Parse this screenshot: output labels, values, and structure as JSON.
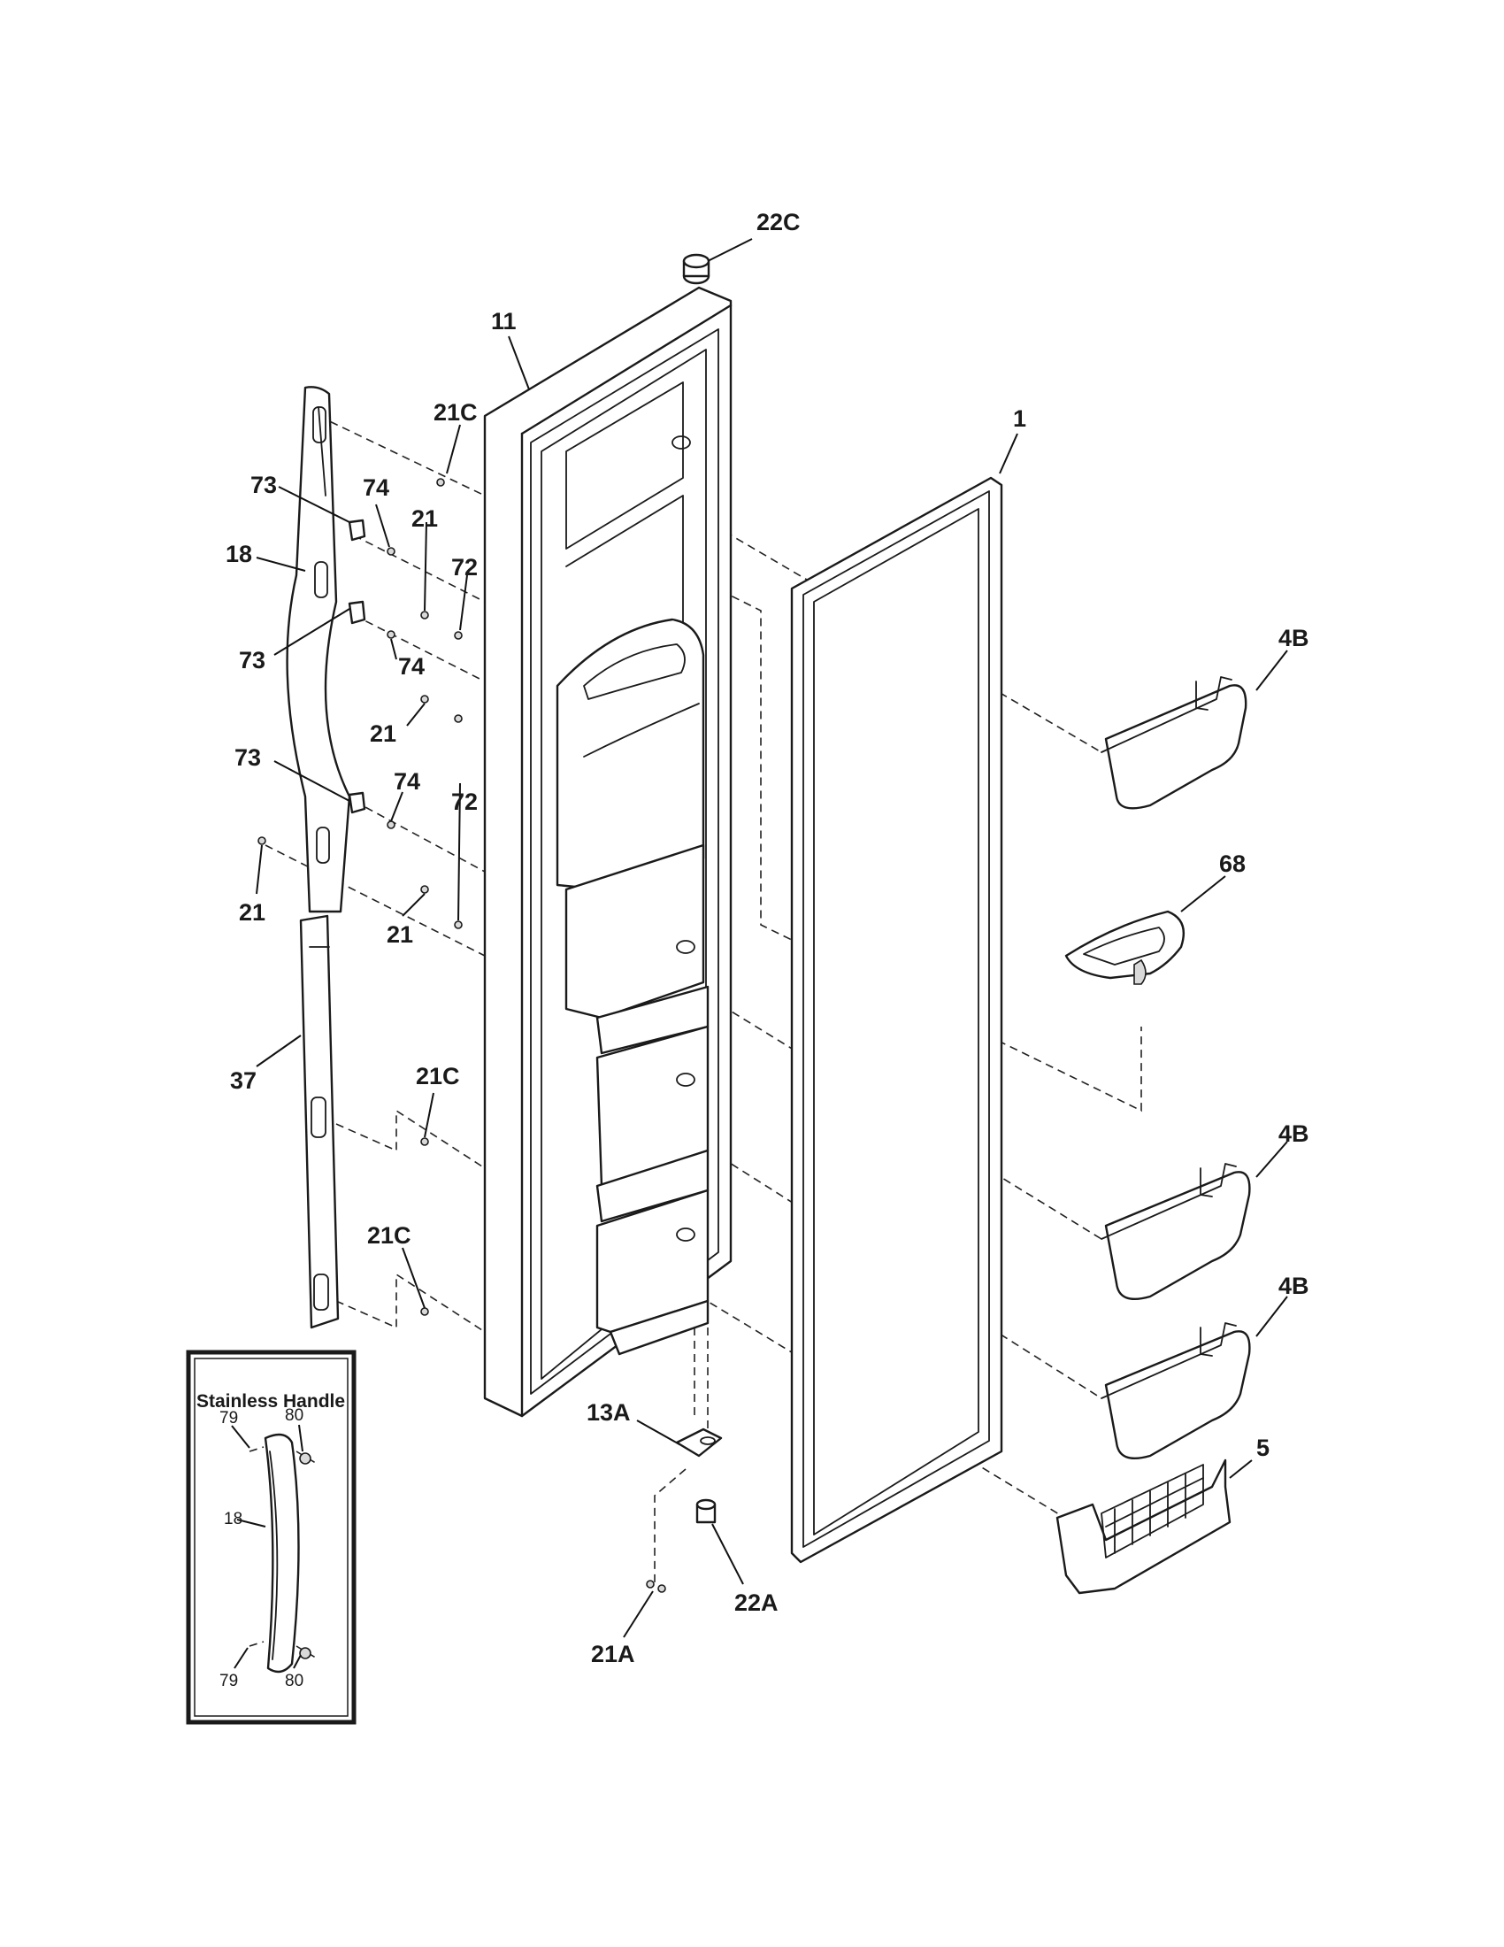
{
  "callouts": {
    "c22C": "22C",
    "c11": "11",
    "c21C_top": "21C",
    "c1": "1",
    "c73_a": "73",
    "c74_a": "74",
    "c21_a": "21",
    "c72_a": "72",
    "c18": "18",
    "c73_b": "73",
    "c74_b": "74",
    "c21_b": "21",
    "c4B_a": "4B",
    "c73_c": "73",
    "c74_c": "74",
    "c72_b": "72",
    "c68": "68",
    "c21_c": "21",
    "c21_d": "21",
    "c37": "37",
    "c21C_mid": "21C",
    "c4B_b": "4B",
    "c21C_low": "21C",
    "c4B_c": "4B",
    "c5": "5",
    "c13A": "13A",
    "c22A": "22A",
    "c21A": "21A"
  },
  "inset": {
    "title": "Stainless Handle",
    "c79_top": "79",
    "c80_top": "80",
    "c18": "18",
    "c79_bot": "79",
    "c80_bot": "80"
  }
}
